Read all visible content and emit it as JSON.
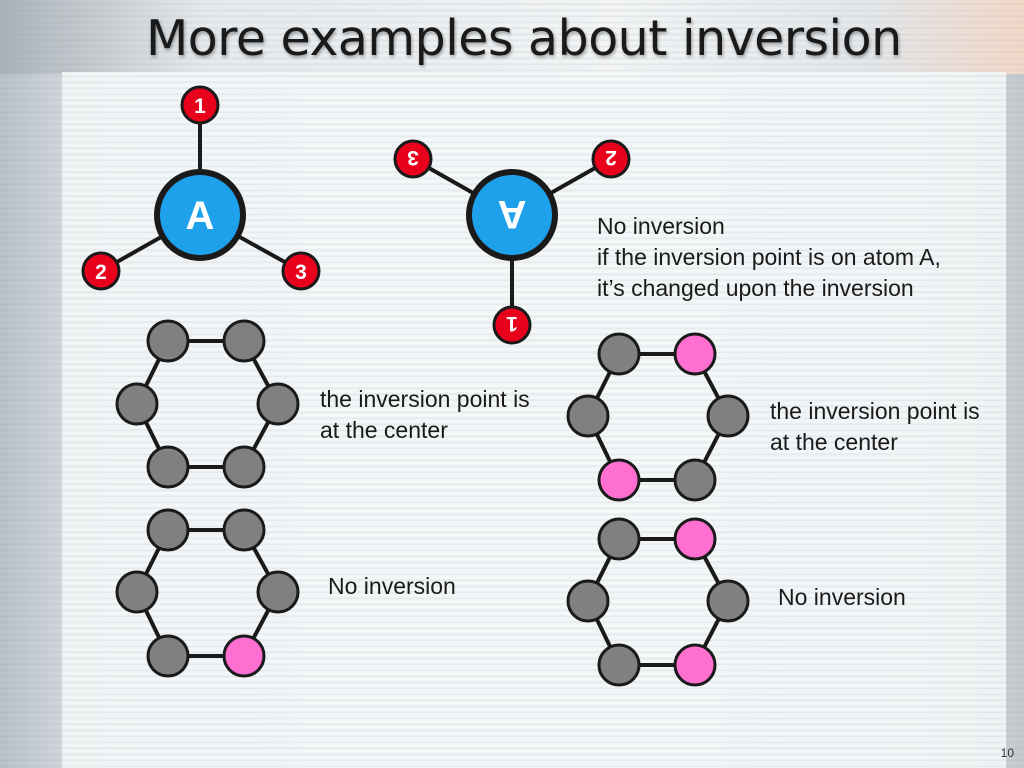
{
  "slide": {
    "title": "More examples about inversion",
    "page_number": "10"
  },
  "molecule_original": {
    "center_label": "A",
    "substituents": [
      "1",
      "2",
      "3"
    ]
  },
  "molecule_inverted": {
    "center_label": "A",
    "substituents": [
      "1",
      "2",
      "3"
    ]
  },
  "notes": {
    "no_inversion_atom": [
      "No inversion",
      "if the inversion point is on atom A,",
      "it’s changed upon the inversion"
    ],
    "center_left": [
      "the inversion point is",
      "at the center"
    ],
    "center_right": [
      "the inversion point is",
      "at the center"
    ],
    "no_inversion_left": "No inversion",
    "no_inversion_right": "No inversion"
  },
  "colors": {
    "atom_gray": "#808080",
    "atom_pink": "#ff6fcf",
    "substituent_red": "#e8001c",
    "center_blue": "#1ea0ea",
    "bond": "#1a1a1a"
  }
}
